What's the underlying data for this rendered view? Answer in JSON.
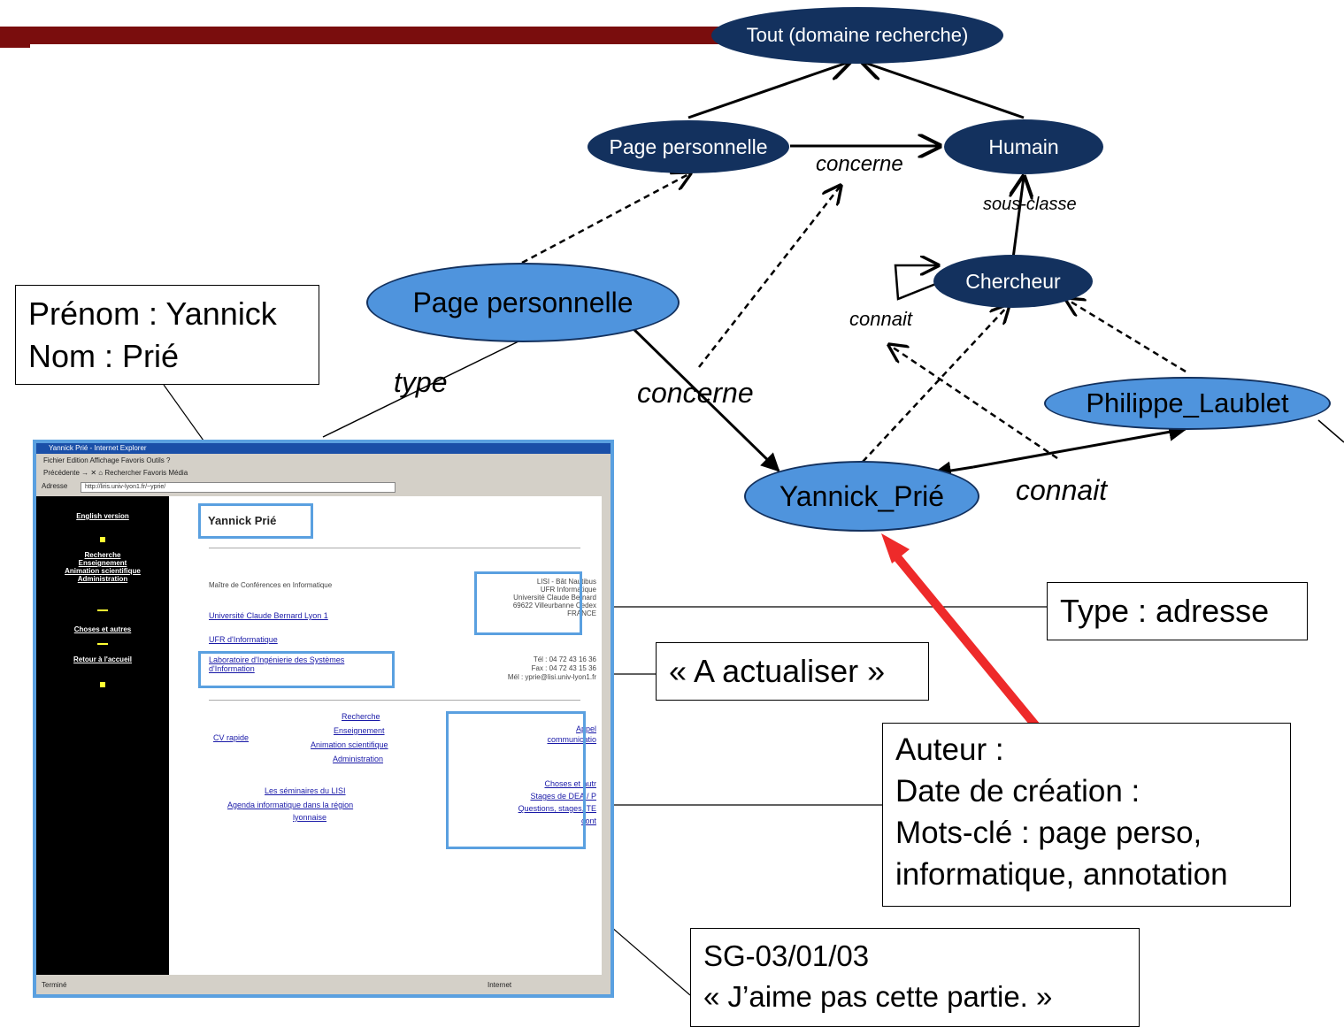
{
  "colors": {
    "bar": "#7a0d0d",
    "dark_node": "#13315e",
    "light_node": "#4f94dd",
    "arrow": "#ee2a2a",
    "highlight": "#5aa0e0"
  },
  "graph": {
    "nodes": {
      "tout": "Tout (domaine recherche)",
      "page_class": "Page personnelle",
      "humain": "Humain",
      "chercheur": "Chercheur",
      "page_instance": "Page personnelle",
      "laublet": "Philippe_Laublet",
      "prie": "Yannick_Prié"
    },
    "edge_labels": {
      "concerne_class": "concerne",
      "sous_classe": "sous-classe",
      "connait_class": "connait",
      "type": "type",
      "concerne_instance": "concerne",
      "connait_instance": "connait"
    }
  },
  "annotations": {
    "prenom_line1": "Prénom : Yannick",
    "prenom_line2": "Nom : Prié",
    "type_adresse": "Type : adresse",
    "actualiser": "« A actualiser »",
    "meta_line1": "Auteur :",
    "meta_line2": "Date de création :",
    "meta_line3": "Mots-clé : page perso,",
    "meta_line4": "informatique, annotation",
    "comment_line1": "SG-03/01/03",
    "comment_line2": "« J’aime pas cette partie. »"
  },
  "browser": {
    "title": "Yannick Prié - Internet Explorer",
    "menu": "Fichier  Edition  Affichage  Favoris  Outils  ?",
    "toolbar": "Précédente  →  ✕  ⌂  Rechercher  Favoris  Média",
    "address_label": "Adresse",
    "address_value": "http://liris.univ-lyon1.fr/~yprie/",
    "status": "Terminé",
    "status_zone": "Internet",
    "sidebar": {
      "english": "English version",
      "recherche": "Recherche",
      "enseignement": "Enseignement",
      "animation": "Animation scientifique",
      "administration": "Administration",
      "choses": "Choses et autres",
      "retour": "Retour à l'accueil"
    },
    "page": {
      "name": "Yannick Prié",
      "position": "Maître de Conférences en Informatique",
      "univ": "Université Claude Bernard Lyon 1",
      "ufr": "UFR d'Informatique",
      "lab_line1": "Laboratoire d'Ingénierie des Systèmes",
      "lab_line2": "d'Information",
      "addr_line1": "LISI - Bât Nautibus",
      "addr_line2": "UFR Informatique",
      "addr_line3": "Université Claude Bernard",
      "addr_line4": "69622 Villeurbanne Cedex",
      "addr_line5": "FRANCE",
      "tel": "Tél : 04 72 43 16 36",
      "fax": "Fax : 04 72 43 15 36",
      "mel": "Mél : yprie@lisi.univ-lyon1.fr",
      "cv": "CV rapide",
      "m_recherche": "Recherche",
      "m_enseignement": "Enseignement",
      "m_animation": "Animation scientifique",
      "m_administration": "Administration",
      "appel1": "Appel",
      "appel2": "communicatio",
      "sem1": "Les séminaires du LISI",
      "sem2": "Agenda informatique dans la région",
      "sem3": "lyonnaise",
      "ch1": "Choses et autr",
      "ch2": "Stages de DEA / P",
      "ch3": "Questions, stages, TE",
      "ch4": "cont"
    }
  }
}
